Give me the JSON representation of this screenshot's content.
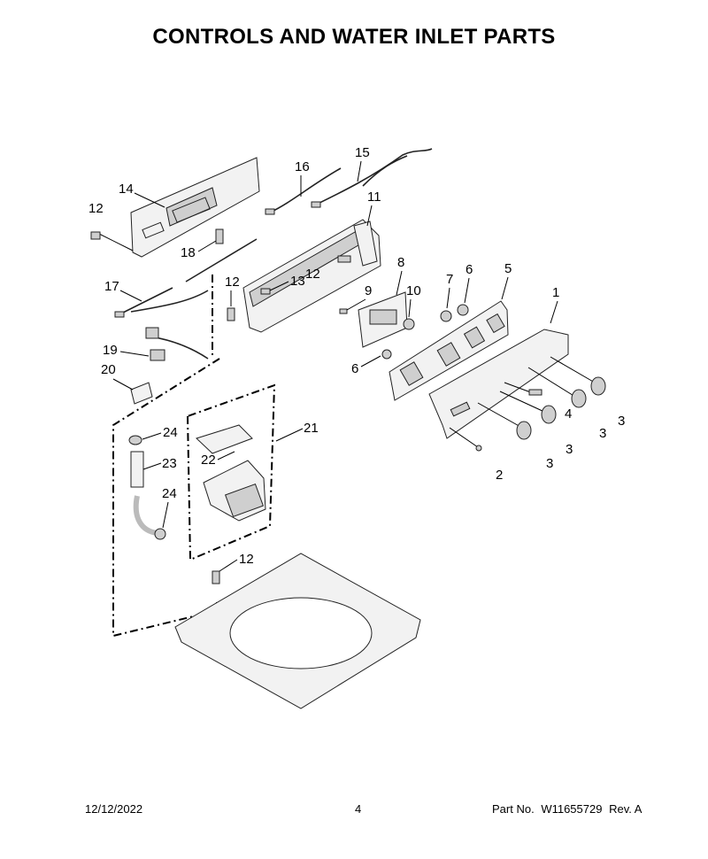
{
  "page": {
    "title": "CONTROLS AND WATER INLET PARTS"
  },
  "callouts": {
    "c1": "1",
    "c2": "2",
    "c3a": "3",
    "c3b": "3",
    "c3c": "3",
    "c3d": "3",
    "c4": "4",
    "c5": "5",
    "c6a": "6",
    "c6b": "6",
    "c7": "7",
    "c8": "8",
    "c9": "9",
    "c10": "10",
    "c11": "11",
    "c12a": "12",
    "c12b": "12",
    "c12c": "12",
    "c12d": "12",
    "c13": "13",
    "c14": "14",
    "c15": "15",
    "c16": "16",
    "c17": "17",
    "c18": "18",
    "c19": "19",
    "c20": "20",
    "c21": "21",
    "c22": "22",
    "c23": "23",
    "c24a": "24",
    "c24b": "24"
  },
  "footer": {
    "date": "12/12/2022",
    "page_number": "4",
    "part_label": "Part No.",
    "part_number": "W11655729",
    "revision": "Rev.  A"
  }
}
